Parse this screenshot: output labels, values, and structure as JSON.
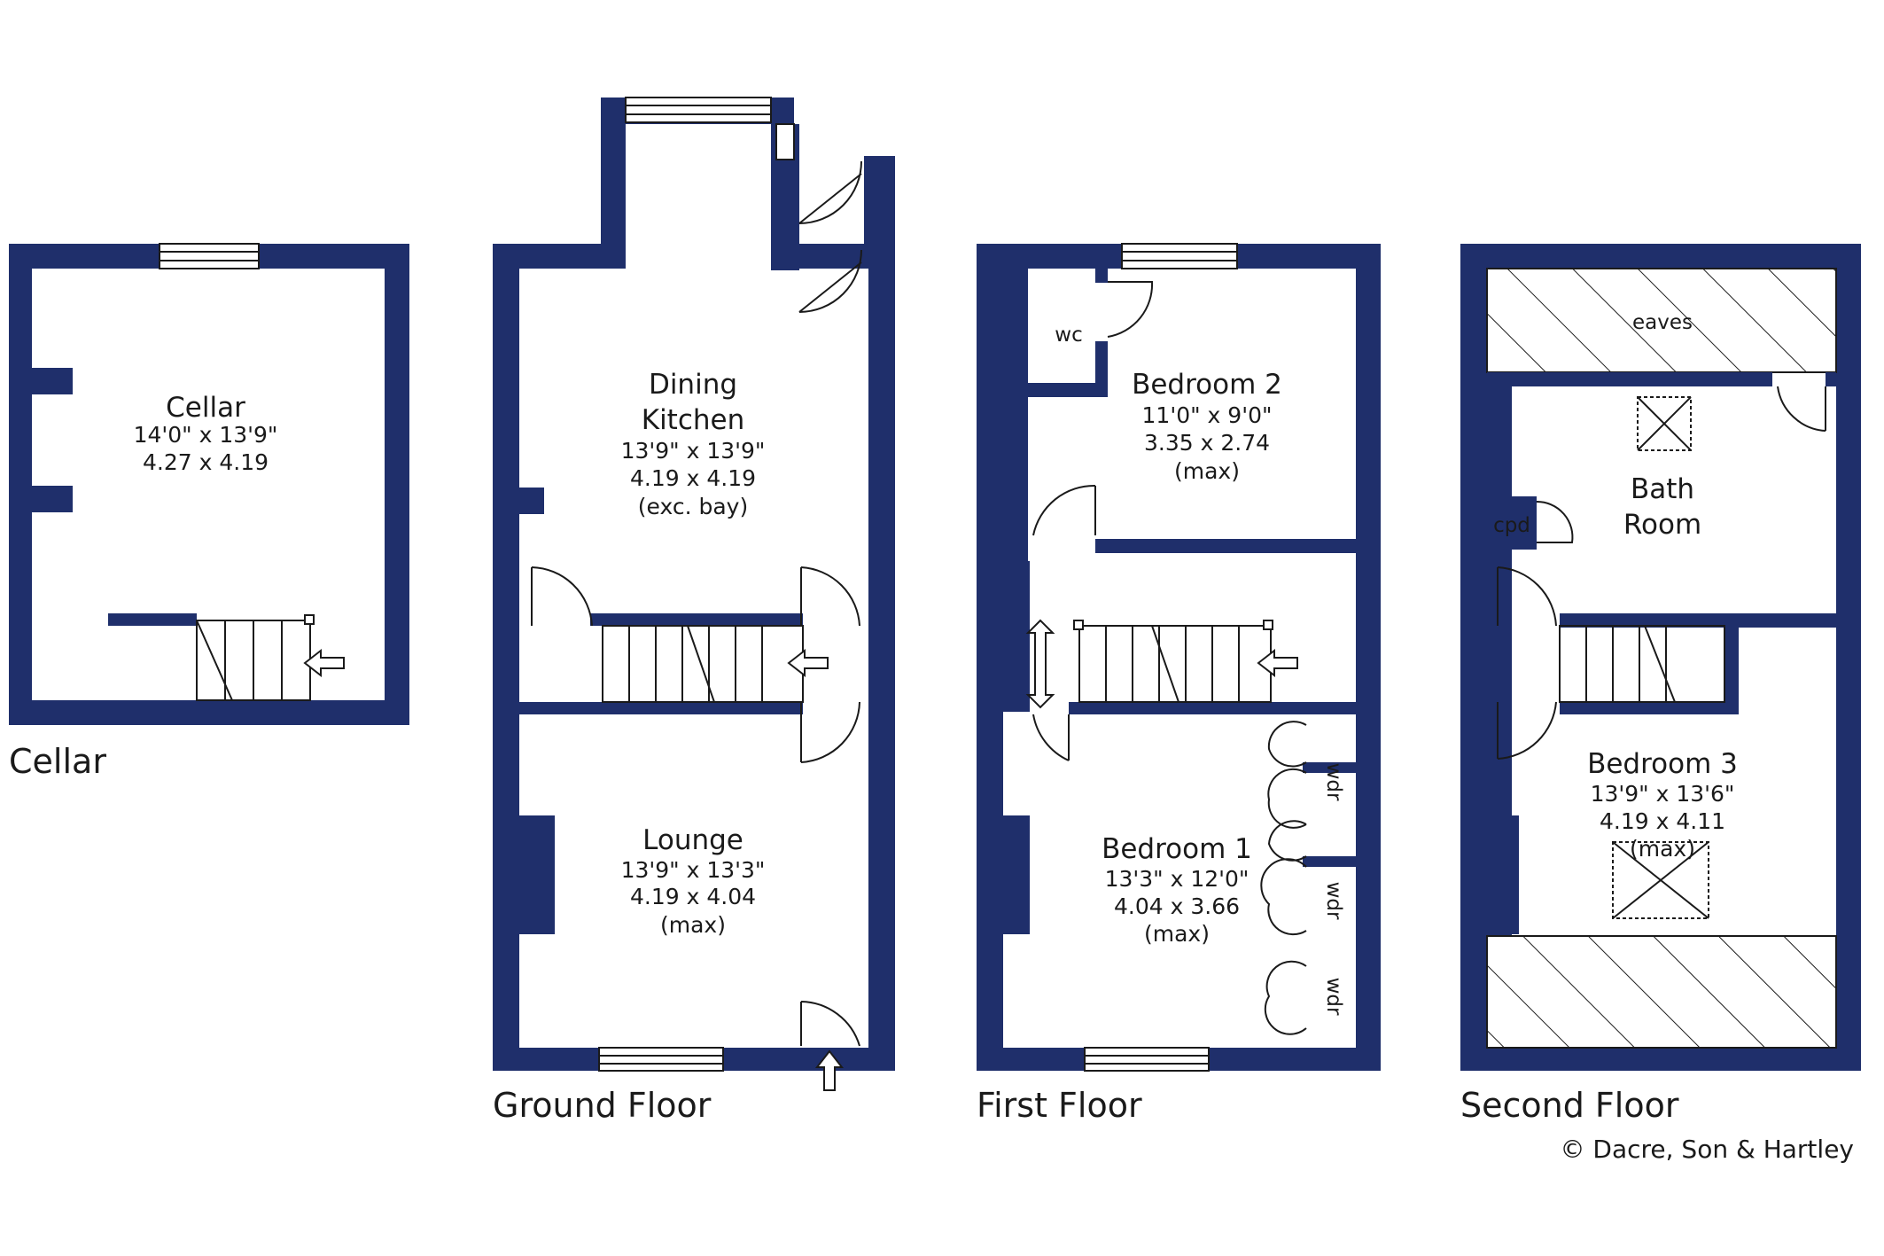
{
  "floors": {
    "cellar": {
      "label": "Cellar",
      "rooms": [
        {
          "name": "Cellar",
          "dims_imperial": "14'0\"  x  13'9\"",
          "dims_metric": "4.27  x  4.19"
        }
      ]
    },
    "ground": {
      "label": "Ground Floor",
      "rooms": [
        {
          "name_line1": "Dining",
          "name_line2": "Kitchen",
          "dims_imperial": "13'9\"  x  13'9\"",
          "dims_metric": "4.19  x  4.19",
          "note": "(exc. bay)"
        },
        {
          "name": "Lounge",
          "dims_imperial": "13'9\"  x  13'3\"",
          "dims_metric": "4.19  x  4.04",
          "note": "(max)"
        }
      ]
    },
    "first": {
      "label": "First Floor",
      "rooms": [
        {
          "name": "Bedroom 2",
          "dims_imperial": "11'0\"  x  9'0\"",
          "dims_metric": "3.35  x  2.74",
          "note": "(max)"
        },
        {
          "name": "Bedroom 1",
          "dims_imperial": "13'3\"  x  12'0\"",
          "dims_metric": "4.04  x  3.66",
          "note": "(max)"
        }
      ],
      "small_labels": {
        "wc": "wc",
        "wardrobe": "wdr"
      }
    },
    "second": {
      "label": "Second Floor",
      "rooms": [
        {
          "name_line1": "Bath",
          "name_line2": "Room"
        },
        {
          "name": "Bedroom 3",
          "dims_imperial": "13'9\"  x  13'6\"",
          "dims_metric": "4.19  x  4.11",
          "note": "(max)"
        }
      ],
      "small_labels": {
        "eaves": "eaves",
        "cupboard": "cpd"
      }
    }
  },
  "copyright": "© Dacre, Son & Hartley",
  "colors": {
    "wall": "#1f2f6b",
    "background": "#ffffff",
    "line": "#1a1a1a"
  }
}
